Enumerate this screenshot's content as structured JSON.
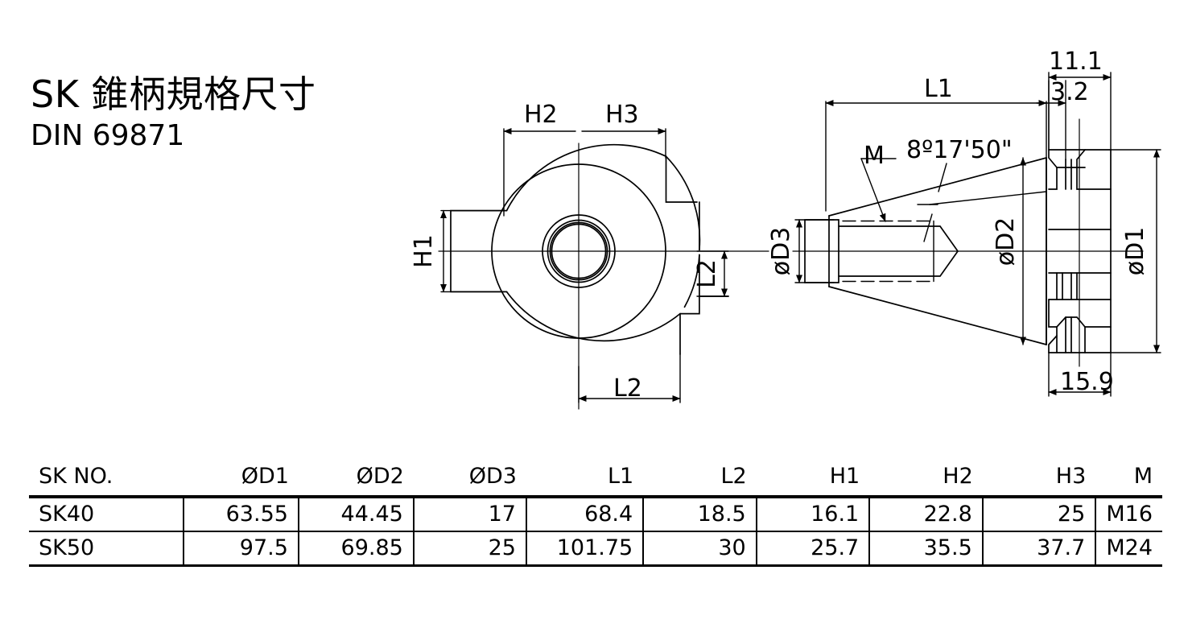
{
  "title": {
    "main": "SK 錐柄規格尺寸",
    "standard": "DIN 69871"
  },
  "front_view": {
    "label_h1": "H1",
    "label_h2": "H2",
    "label_h3": "H3",
    "label_l2_right": "L2",
    "label_l2_bottom": "L2"
  },
  "side_view": {
    "label_l1": "L1",
    "label_d1": "øD1",
    "label_d2": "øD2",
    "label_d3": "øD3",
    "label_m": "M",
    "taper_angle": "8º17'50\"",
    "dim_11_1": "11.1",
    "dim_3_2": "3.2",
    "dim_15_9": "15.9"
  },
  "table": {
    "headers": [
      "SK NO.",
      "ØD1",
      "ØD2",
      "ØD3",
      "L1",
      "L2",
      "H1",
      "H2",
      "H3",
      "M"
    ],
    "rows": [
      {
        "sk_no": "SK40",
        "d1": "63.55",
        "d2": "44.45",
        "d3": "17",
        "l1": "68.4",
        "l2": "18.5",
        "h1": "16.1",
        "h2": "22.8",
        "h3": "25",
        "m": "M16"
      },
      {
        "sk_no": "SK50",
        "d1": "97.5",
        "d2": "69.85",
        "d3": "25",
        "l1": "101.75",
        "l2": "30",
        "h1": "25.7",
        "h2": "35.5",
        "h3": "37.7",
        "m": "M24"
      }
    ]
  },
  "colors": {
    "line": "#000000",
    "background": "#ffffff"
  }
}
